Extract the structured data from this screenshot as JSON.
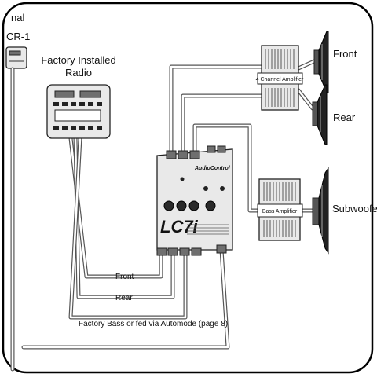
{
  "top_left_fragment": {
    "line1": "nal",
    "line2": "CR-1"
  },
  "radio": {
    "label_line1": "Factory Installed",
    "label_line2": "Radio"
  },
  "amplifiers": {
    "four_channel_label": "4 Channel Amplifier",
    "bass_label": "Bass Amplifier"
  },
  "speakers": {
    "front": "Front",
    "rear": "Rear",
    "subwoofer": "Subwoofer"
  },
  "lc7i": {
    "brand": "AudioControl",
    "model": "LC7i"
  },
  "wire_labels": {
    "front": "Front",
    "rear": "Rear",
    "bass": "Factory Bass or fed via Automode (page 8)"
  },
  "colors": {
    "wire": "#555555",
    "frame": "#000000",
    "device_fill": "#e9e9e9"
  }
}
